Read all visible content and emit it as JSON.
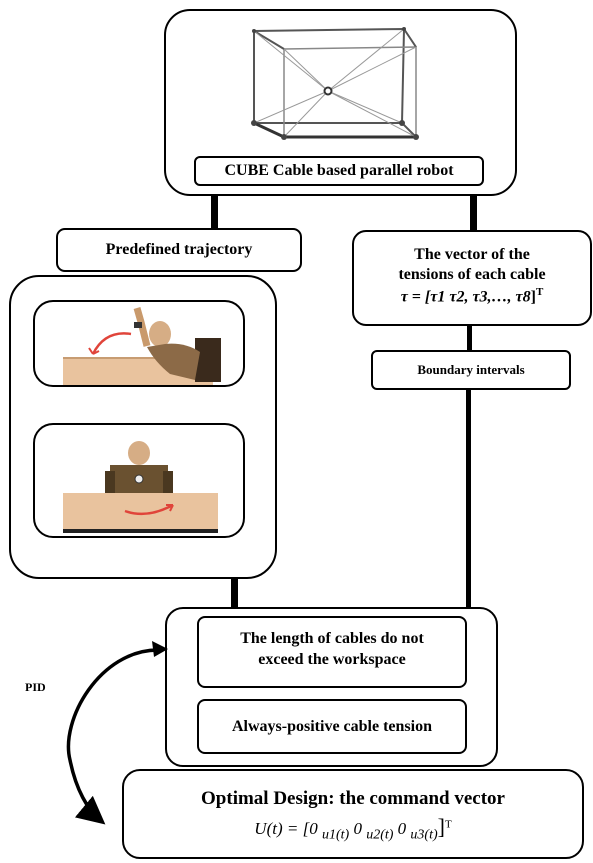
{
  "robot": {
    "title": "CUBE Cable based parallel robot"
  },
  "trajectory": {
    "label": "Predefined trajectory"
  },
  "tension_vector": {
    "line1": "The vector of the",
    "line2": "tensions of each cable",
    "formula_prefix": "τ = [",
    "formula_terms": "τ1 τ2, τ3,…, τ8",
    "formula_suffix": "]",
    "formula_sup": "T"
  },
  "boundary": {
    "label": "Boundary intervals"
  },
  "constraints": {
    "workspace_line1": "The length of cables do not",
    "workspace_line2": "exceed the workspace",
    "positive_tension": "Always-positive cable tension"
  },
  "pid": {
    "label": "PID"
  },
  "optimal": {
    "title": "Optimal Design: the command vector",
    "formula_lhs": "U(t) = [0",
    "u1": "u1(t)",
    "u2": "u2(t)",
    "u3": "u3(t)",
    "zero": "0",
    "close": "]",
    "sup": "T"
  }
}
